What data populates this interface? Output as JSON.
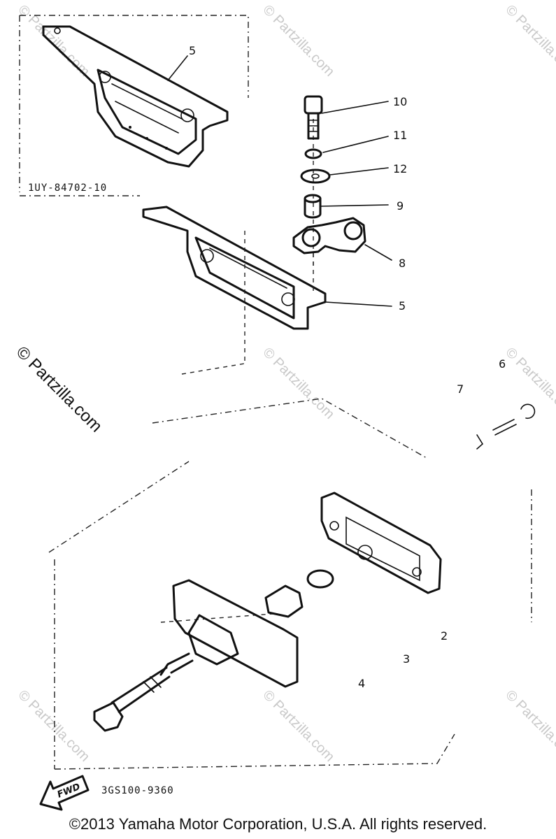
{
  "callouts": {
    "c10": "10",
    "c11": "11",
    "c12": "12",
    "c9": "9",
    "c8": "8",
    "c5_top": "5",
    "c5_mid": "5",
    "c6": "6",
    "c7": "7",
    "c2": "2",
    "c3": "3",
    "c4": "4"
  },
  "part_numbers": {
    "upper": "1UY-84702-10",
    "lower": "3GS100-9360"
  },
  "fwd_label": "FWD",
  "watermarks": {
    "diagonal": "© Partzilla.com",
    "left_side": "© Partzilla.com"
  },
  "copyright": "©2013 Yamaha Motor Corporation, U.S.A. All rights reserved."
}
